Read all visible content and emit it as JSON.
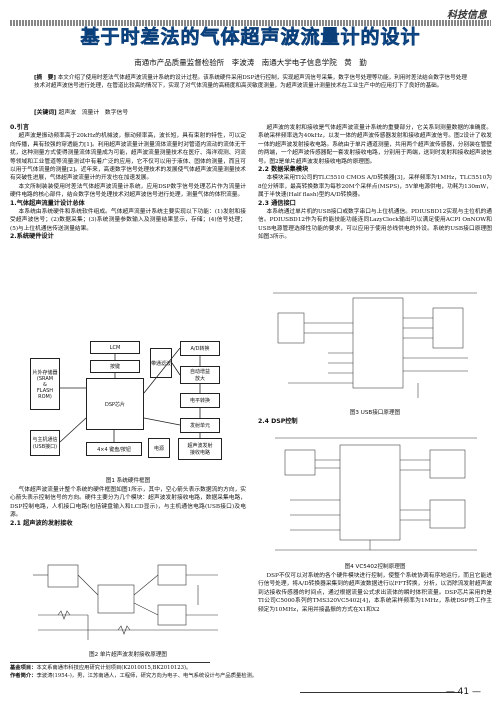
{
  "header": {
    "tag": "科技信息"
  },
  "title": "基于时差法的气体超声波流量计的设计",
  "authors": "南通市产品质量监督检验所　李波涛　南通大学电子信息学院　黄　勤",
  "abstract": {
    "label": "[摘　要]",
    "text": "本文介绍了使用时差法气体超声波流量计系统的设计过程。该系统硬件采用DSP进行控制，实现超声流信号采集，数字信号处理等功能，利用时差法结合数字信号处理技术对超声波信号进行处理，在管道比较高的情况下，实现了对气体流量的高精度和高灵敏度测量，为超声波流量计测量技术在工业生产中的应用打下了良好的基础。",
    "keywords_label": "[关键词]",
    "keywords": "超声波　流量计　数字信号"
  },
  "left_col": {
    "sec0": "0.引言",
    "p1": "超声波是振动频率高于20kHz的机械波，振动频率高，波长短，具有束射的特性，可以定向传播，具有较强的穿透能力[1]。利用超声波流量计测量流体流量时对管道内流动的流体无干扰，这种测量方式使得测量流体流量成为可能，超声波流量测量技术在医疗、海洋观测、河流等领域和工业管道等流量测试中有着广泛的应用，它不仅可以用于液体、固体的测量，而且可以用于气体流量的测量[2]。近年来，高速数字信号处理技术的发展使气体超声波流量测量技术有突破性进展，气体超声波流量计的开发也在加速发展。",
    "p2": "本文所制装装使用时差法气体超声波流量计系统，应用DSP数字信号处理芯片作为流量计硬件电路的核心部件，结合数字信号处理技术对超声波信号进行处理，测量气体的体积流量。",
    "sec1": "1.气体超声流量计设计总体",
    "p3": "本系统由系统硬件和系统软件组成。气体超声流量计系统主要实现以下功能：(1)发射和接受超声波信号；(2)数据采集；(3)系统测量参数输入及测量结果显示，存储；(4)信号处理；(5)与上位机通信传送测量结果。",
    "sec2": "2.系统硬件设计",
    "fig1_cap": "图1 系统硬件框图",
    "p4": "气体超声波流量计整个系统的硬件框图如图1所示，其中，空心箭头表示数据流的方向，实心箭头表示控制信号的方向。硬件主要分为几个模块：超声波发射接收电路，数据采集电路，DSP控制电路，人机接口电路(包括键盘输入和LCD显示)，与主机通信电路(USB接口)及电源。",
    "sec21": "2.1 超声波的发射接收",
    "fig2_cap": "图2 单片超声波发射接收原理图"
  },
  "fig1": {
    "mem": "片外存储器\n(SRAM\n&\nFLASH\nROM)",
    "lcm": "LCM",
    "kbd": "按键",
    "ad": "A/D转换",
    "dsp": "DSP芯片",
    "gain": "自动增益\n放大",
    "mux": "电平转换",
    "filter": "带通滤波",
    "usb": "与主机通信\n(USB接口)",
    "osc": "4×4 键盘/按钮",
    "tx": "发射单元",
    "sensor": "超声波发射\n接收电路",
    "power": "电源"
  },
  "right_col": {
    "p1": "超声波的发射和接收是气体超声波流量计系统的重要部分，它关系到测量数据的准确度。系统采样频率选为40kHz，以发一体的超声波传感器发射和接收超声波信号。图2设计了收发一体的超声波发射接收电路。系统由于单片通道测量，共用两个超声波传感器，分别装在管壁的两端，一个超声波传感器配一套发射接收电路，分别用于两端，送到时发射和接收超声波信号。图2是单片超声波发射接收电路的原理图。",
    "sec22": "2.2 数据采集模块",
    "p2": "本模块采用TI公司的TLC5510 CMOS A/D转换器[3]，采样频率为1MHz，TLC5510为8位分辨率，最高转换数率为每秒20M个采样点(MSPS)，5V单电源供电，功耗为130mW，属于半快速(Half flash)型的A/D转换器。",
    "sec23": "2.3 通信接口",
    "p3": "本系统通过单片机的USB接口或数字串口与上位机通信。PDIUSBD12实现与主位机的通信。PDIUSBD12作为有的能技能功能连同LazyClock输出可以满足使用ACPI OnNOW和USB电源管理选择性功能的要求，可以应用于使用总线供电的外设。系统的USB接口原理图如图3所示。",
    "fig3_cap": "图3 USB接口原理图",
    "sec24": "2.4 DSP控制",
    "fig4_cap": "图4 VC5402控制原理图",
    "p4": "DSP不仅可以对系统的各个硬件模块进行控制，使整个系统协调有序地运行，而且它能进行信号处理，将A/D转换器采集到的超声波数据进行以FFT转换，分析，以消除流发射超声波到达接收传感器的时间点，通过根据流量公式求出流体的瞬时体积流量。DSP芯片采用的是TI公司C5000系列的TMS320VC5402[4]，本系统采样频率为1MHz，系统DSP的工作主频定为10MHz，采用并接晶振的方式在X1和X2"
  },
  "footnote": {
    "fund_label": "基金项目：",
    "fund": "本文系南通市科技应用研究计划项目(K2010015,BK2010123)。",
    "author_label": "作者简介：",
    "author": "李波涛(1954-)，男，江苏南通人，工程师，研究方向为电子、电气系统设计与产品质量检测。"
  },
  "page_number": "— 41 —"
}
